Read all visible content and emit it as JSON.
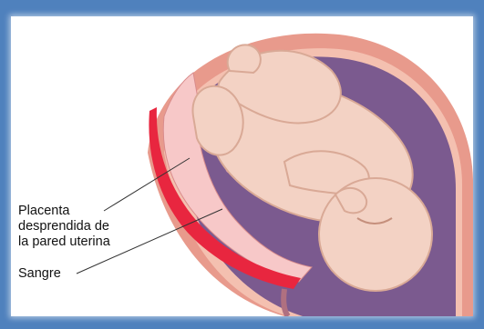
{
  "labels": {
    "placenta": [
      "Placenta",
      "desprendida de",
      "la pared uterina"
    ],
    "sangre": "Sangre"
  },
  "colors": {
    "frame": "#4f81bd",
    "uterus": "#e89a8c",
    "uterus_inner": "#f4c0b0",
    "amniotic": "#7b5a8f",
    "skin": "#f3d2c4",
    "skin_shadow": "#d9a996",
    "placenta": "#f7c8c8",
    "blood": "#e8263f",
    "cord": "#e99ab2"
  }
}
